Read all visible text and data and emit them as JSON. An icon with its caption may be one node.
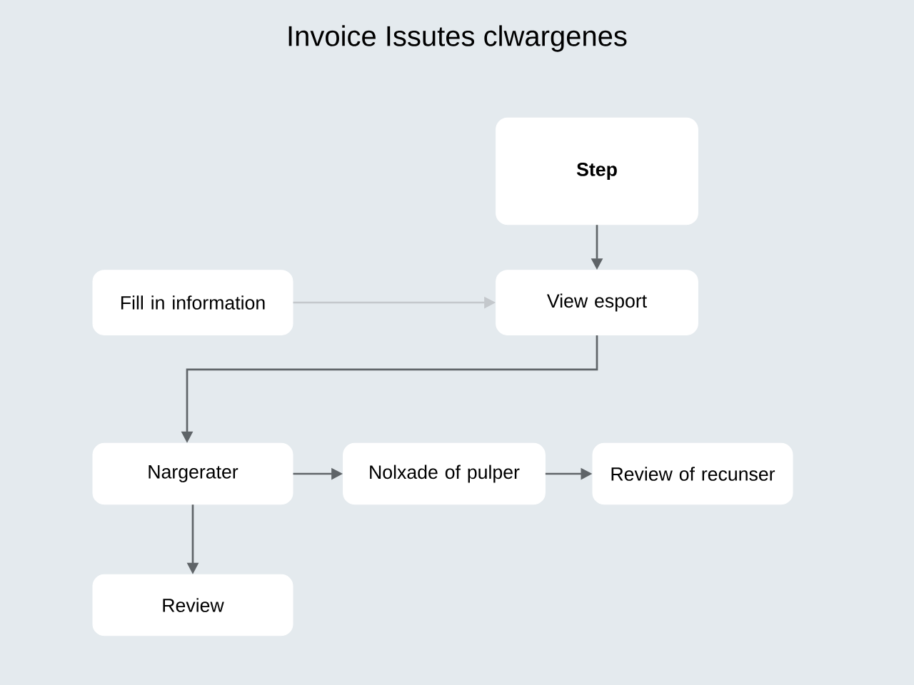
{
  "diagram": {
    "title": "Invoice Issutes clwargenes",
    "nodes": [
      {
        "text": [
          "Step"
        ]
      },
      {
        "text": [
          "Fill in information"
        ]
      },
      {
        "text": [
          "View esport"
        ]
      },
      {
        "text": [
          "Nargerater"
        ]
      },
      {
        "text": [
          "Nolxade of pulper"
        ]
      },
      {
        "text": [
          "Review of recunser"
        ]
      },
      {
        "text": [
          "Review"
        ]
      }
    ],
    "edges": [
      {
        "from": 0,
        "to": 2,
        "arrow": "to"
      },
      {
        "from": 1,
        "to": 2,
        "arrow": "to",
        "color": "#c4c8cc"
      },
      {
        "from": 2,
        "to": 3,
        "arrow": "to"
      },
      {
        "from": 3,
        "to": 4,
        "arrow": "to"
      },
      {
        "from": 4,
        "to": 5,
        "arrow": "to"
      },
      {
        "from": 3,
        "to": 6,
        "arrow": "to"
      }
    ]
  }
}
